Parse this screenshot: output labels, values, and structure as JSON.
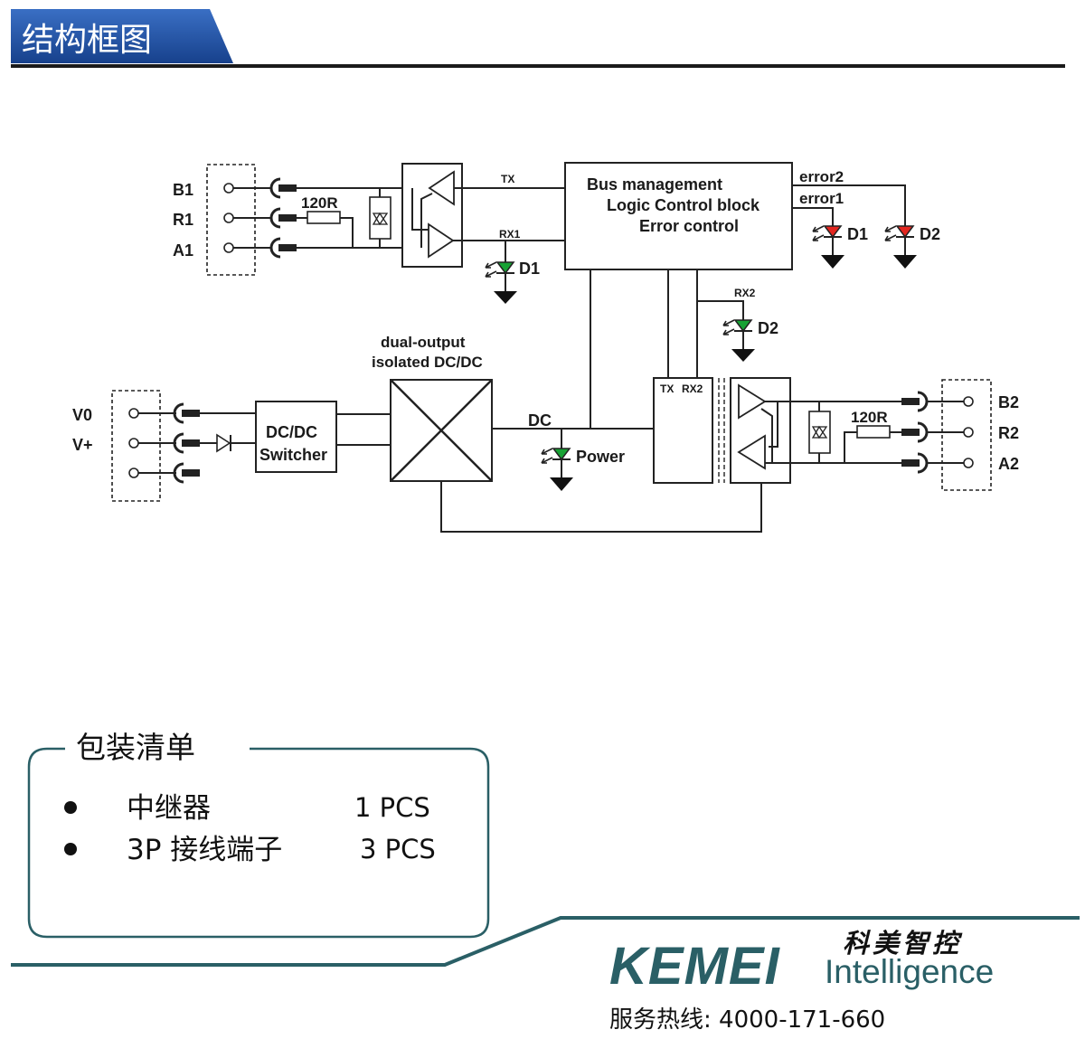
{
  "header": {
    "title": "结构框图"
  },
  "diagram": {
    "left_terminals": [
      "B1",
      "R1",
      "A1"
    ],
    "right_terminals": [
      "B2",
      "R2",
      "A2"
    ],
    "power_terminals": [
      "V0",
      "V+"
    ],
    "resistor_left": "120R",
    "resistor_right": "120R",
    "signal_tx": "TX",
    "signal_rx1": "RX1",
    "signal_rx2": "RX2",
    "logic_block": [
      "Bus management",
      "Logic Control block",
      "Error control"
    ],
    "error2": "error2",
    "error1": "error1",
    "led_d1": "D1",
    "led_d2": "D2",
    "dcdc_title": [
      "dual-output",
      "isolated DC/DC"
    ],
    "dc_label": "DC",
    "power_label": "Power",
    "switcher": [
      "DC/DC",
      "Switcher"
    ],
    "isolator_tx": "TX",
    "isolator_rx2": "RX2",
    "led_colors": {
      "red": "#e3261f",
      "green": "#17a234"
    }
  },
  "packing": {
    "title": "包装清单",
    "items": [
      {
        "name": "中继器",
        "qty": "1 PCS"
      },
      {
        "name": "3P 接线端子",
        "qty": "3 PCS"
      }
    ]
  },
  "footer": {
    "brand_cn": "科美智控",
    "brand_en": "KEMEI",
    "brand_sub": "Intelligence",
    "hotline": "服务热线: 4000-171-660"
  },
  "colors": {
    "banner": "#1e4d9e",
    "teal": "#2a5f66"
  }
}
